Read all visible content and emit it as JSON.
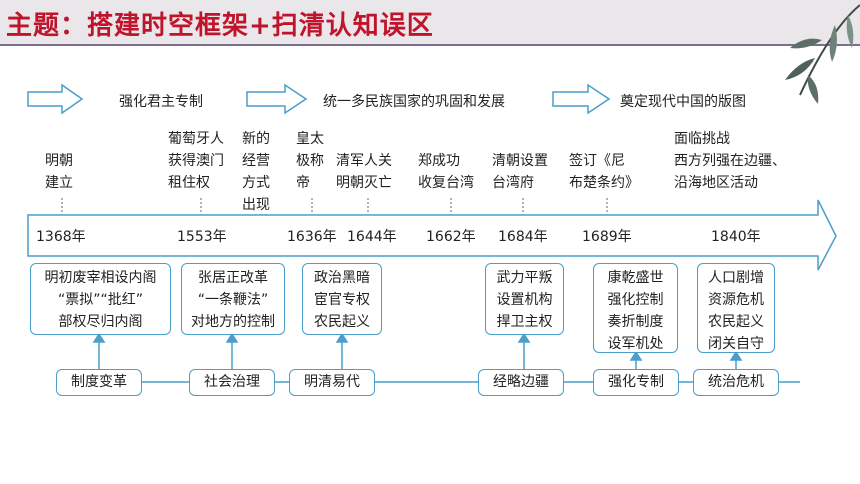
{
  "title": "主题：搭建时空框架+扫清认知误区",
  "flow": [
    "强化君主专制",
    "统一多民族国家的巩固和发展",
    "奠定现代中国的版图"
  ],
  "events": [
    {
      "id": "ming-founded",
      "text": "明朝\n建立"
    },
    {
      "id": "portugal-macau",
      "text": "葡萄牙人\n获得澳门\n租住权"
    },
    {
      "id": "new-economy",
      "text": "新的\n经营\n方式\n出现"
    },
    {
      "id": "huangtaiji",
      "text": "皇太\n极称\n帝"
    },
    {
      "id": "qing-enters",
      "text": "清军人关\n明朝灭亡"
    },
    {
      "id": "zheng-taiwan",
      "text": "郑成功\n收复台湾"
    },
    {
      "id": "taiwan-prefecture",
      "text": "清朝设置\n台湾府"
    },
    {
      "id": "nerchinsk",
      "text": "签订《尼\n布楚条约》"
    },
    {
      "id": "western-threat",
      "text": "面临挑战\n西方列强在边疆、\n沿海地区活动"
    }
  ],
  "years": [
    "1368年",
    "1553年",
    "1636年",
    "1644年",
    "1662年",
    "1684年",
    "1689年",
    "1840年"
  ],
  "boxes": [
    {
      "id": "ming-reform",
      "text": "明初废宰相设内阁\n“票拟”“批红”\n部权尽归内阁"
    },
    {
      "id": "zhang-reform",
      "text": "张居正改革\n“一条鞭法”\n对地方的控制"
    },
    {
      "id": "political-dark",
      "text": "政治黑暗\n宦官专权\n农民起义"
    },
    {
      "id": "military",
      "text": "武力平叛\n设置机构\n捍卫主权"
    },
    {
      "id": "kangqian",
      "text": "康乾盛世\n强化控制\n奏折制度\n设军机处"
    },
    {
      "id": "crisis",
      "text": "人口剧增\n资源危机\n农民起义\n闭关自守"
    }
  ],
  "categories": [
    "制度变革",
    "社会治理",
    "明清易代",
    "经略边疆",
    "强化专制",
    "统治危机"
  ],
  "colors": {
    "title": "#c0142c",
    "accent": "#4a9ec9",
    "arrow_fill": "#ffffff"
  }
}
